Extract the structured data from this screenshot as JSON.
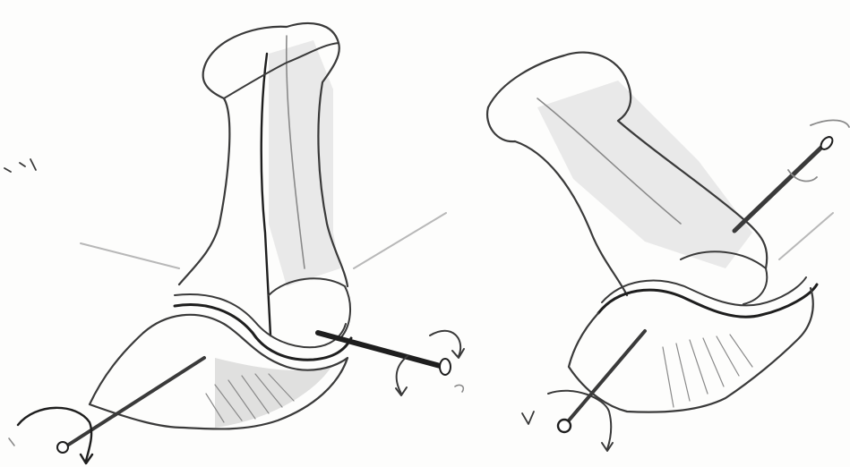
{
  "image": {
    "kind": "pencil-sketch",
    "palette": {
      "paper": "#fdfdfc",
      "graphite": "#3a3a3a",
      "graphite_dark": "#1e1e1e",
      "graphite_light": "#8a8a8a",
      "shading": "#d9d9d9"
    },
    "figures": [
      {
        "id": "left-joint"
      },
      {
        "id": "right-joint"
      }
    ]
  }
}
